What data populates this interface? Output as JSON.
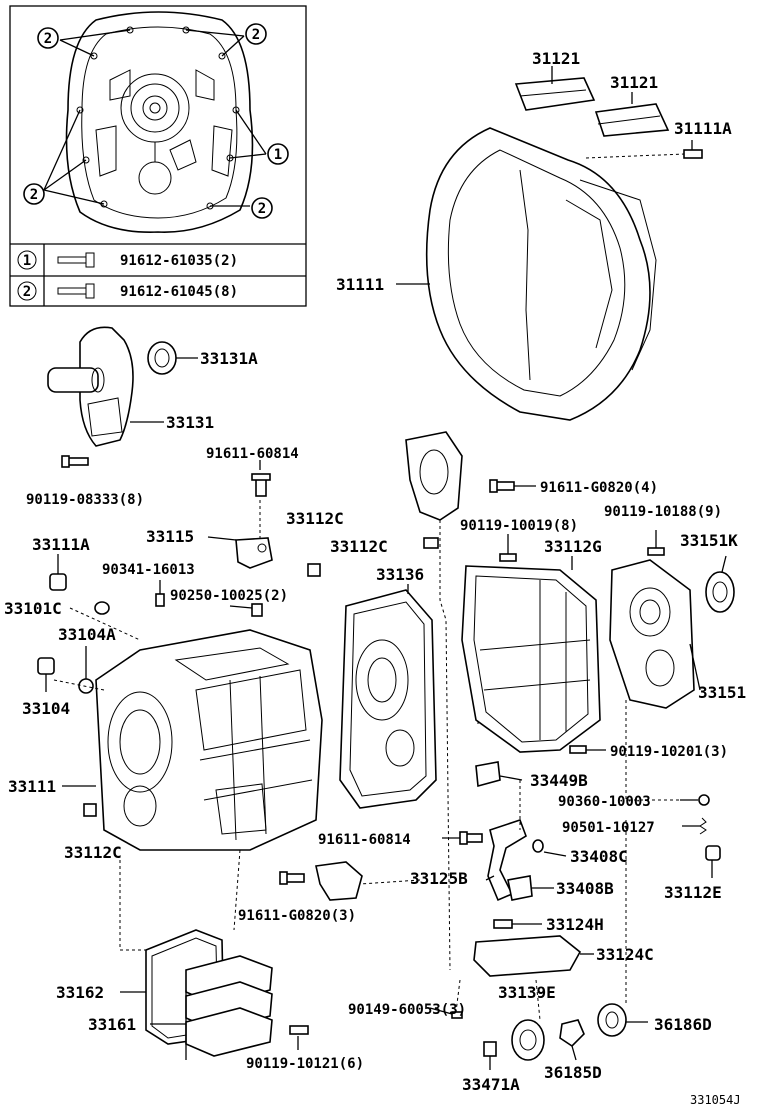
{
  "diagram": {
    "inset": {
      "callout_1": "1",
      "callout_2": "2",
      "legend": [
        {
          "key": "1",
          "text": "91612-61035(2)"
        },
        {
          "key": "2",
          "text": "91612-61045(8)"
        }
      ]
    },
    "labels": {
      "p31121a": "31121",
      "p31121b": "31121",
      "p31111A_top": "31111A",
      "p31111_bell": "31111",
      "p33131A": "33131A",
      "p33131": "33131",
      "p90119_08333": "90119-08333(8)",
      "p91611_60814_top": "91611-60814",
      "p33115": "33115",
      "p90341_16013": "90341-16013",
      "p33111A_left": "33111A",
      "p33101C": "33101C",
      "p33104A": "33104A",
      "p33104": "33104",
      "p33112C_a": "33112C",
      "p33112C_b": "33112C",
      "p90250_10025": "90250-10025(2)",
      "p33136": "33136",
      "p91611_G0820_4": "91611-G0820(4)",
      "p90119_10019": "90119-10019(8)",
      "p90119_10188": "90119-10188(9)",
      "p33112G": "33112G",
      "p33151K": "33151K",
      "p33151": "33151",
      "p33111_case": "33111",
      "p33112C_c": "33112C",
      "p90119_10201": "90119-10201(3)",
      "p33449B": "33449B",
      "p90360_10003": "90360-10003",
      "p90501_10127": "90501-10127",
      "p91611_60814_mid": "91611-60814",
      "p33408C": "33408C",
      "p33125B": "33125B",
      "p33408B": "33408B",
      "p33112E": "33112E",
      "p91611_G0820_3": "91611-G0820(3)",
      "p33124H": "33124H",
      "p33124C": "33124C",
      "p33162": "33162",
      "p33139E": "33139E",
      "p90149_60053": "90149-60053(3)",
      "p36186D": "36186D",
      "p33161": "33161",
      "p36185D": "36185D",
      "p33471A": "33471A",
      "p90119_10121": "90119-10121(6)"
    },
    "figure_code": "331054J"
  }
}
